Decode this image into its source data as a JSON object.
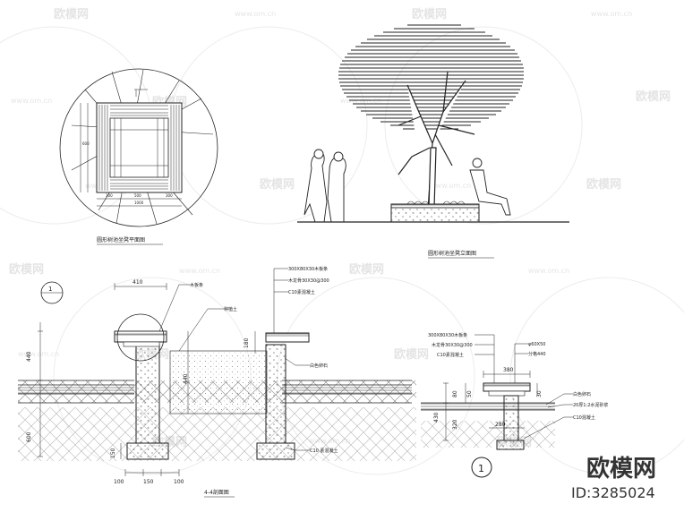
{
  "plan": {
    "caption": "圆形树池坐凳平面图",
    "dims": {
      "d1": "300",
      "d2": "500",
      "d3": "600",
      "d4": "1000",
      "d5": "100"
    }
  },
  "elevation": {
    "caption": "圆形树池坐凳立面图"
  },
  "section": {
    "caption": "4-4剖面图",
    "marker": "1",
    "dim_top": "410",
    "dim_h1": "440",
    "dim_h2": "440",
    "dim_h3": "600",
    "dim_h4": "180",
    "dim_b1": "100",
    "dim_b2": "150",
    "dim_b3": "100",
    "dim_b4": "150",
    "label_wood": "木板条",
    "label_soil": "种植土",
    "label_s1": "300X80X30木板条",
    "label_s2": "木龙骨30X30@300",
    "label_s3": "C10素混凝土",
    "label_s4": "白色卵石",
    "label_s5": "C10 素混凝土"
  },
  "detail": {
    "marker": "1",
    "dim_380": "380",
    "dim_280": "280",
    "dim_430": "430",
    "dim_320": "320",
    "dim_30": "30",
    "dim_50": "50",
    "dim_80": "80",
    "note1": "300X80X30木板条",
    "note2": "木龙骨30X30@300",
    "note3": "C10素混凝土",
    "note4": "φ60X50",
    "note5": "分格440",
    "note6": "白色卵石",
    "note7": "20厚1:2水泥砂浆",
    "note8": "C10混凝土"
  },
  "watermark": {
    "brand": "欧模网",
    "site": "www.om.cn",
    "id": "ID:3285024"
  }
}
